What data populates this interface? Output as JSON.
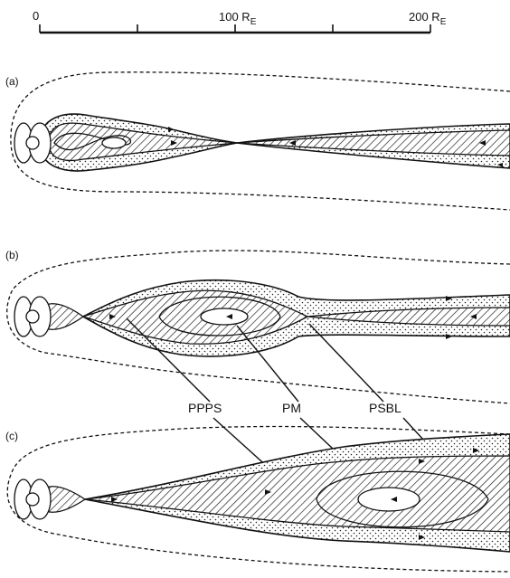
{
  "scale": {
    "tick_labels": [
      "0",
      "100 R",
      "200 R"
    ],
    "tick_subscript": "E"
  },
  "panels": [
    {
      "label": "(a)"
    },
    {
      "label": "(b)"
    },
    {
      "label": "(c)"
    }
  ],
  "region_labels": {
    "ppps": "PPPS",
    "pm": "PM",
    "psbl": "PSBL"
  }
}
